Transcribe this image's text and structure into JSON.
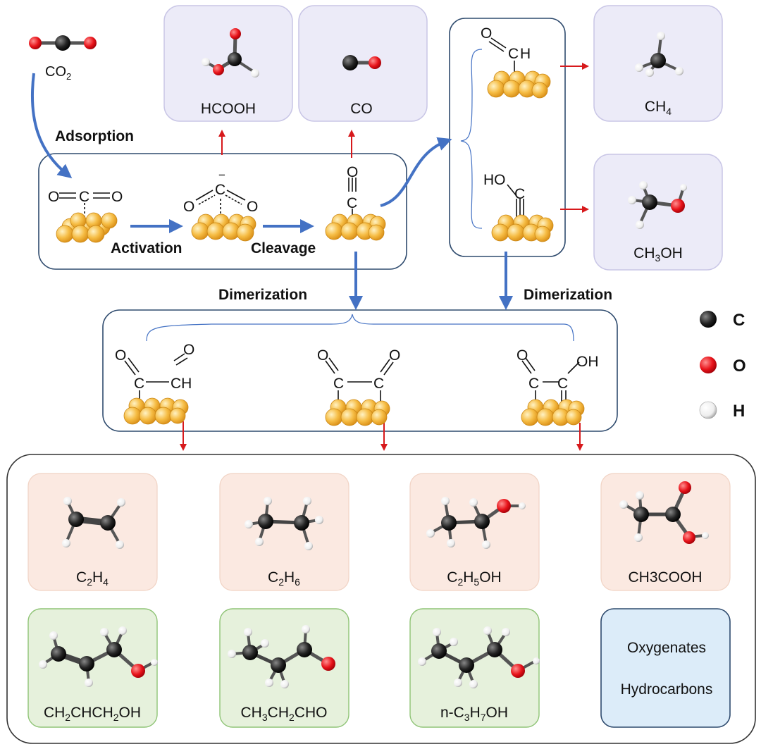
{
  "labels": {
    "co2": "CO",
    "co2_sub": "2",
    "adsorption": "Adsorption",
    "activation": "Activation",
    "cleavage": "Cleavage",
    "dimerization_left": "Dimerization",
    "dimerization_right": "Dimerization",
    "o_symbol": "O",
    "c_symbol": "C",
    "minus_sign": "−",
    "cho_h": "H",
    "hocoh_ho": "HO",
    "ch_suffix": "H",
    "oh_suffix": "OH"
  },
  "top_products": [
    {
      "id": "hcooh",
      "label": "HCOOH"
    },
    {
      "id": "co",
      "label": "CO"
    }
  ],
  "right_products": [
    {
      "id": "ch4",
      "main": "CH",
      "sub": "4",
      "rest": ""
    },
    {
      "id": "ch3oh",
      "main": "CH",
      "sub": "3",
      "rest": "OH"
    }
  ],
  "legend": [
    {
      "symbol": "C",
      "color": "#111111"
    },
    {
      "symbol": "O",
      "color": "#e4181b"
    },
    {
      "symbol": "H",
      "color": "#ffffff"
    }
  ],
  "c2_products": [
    {
      "id": "c2h4",
      "parts": [
        "C",
        "2",
        "H",
        "4"
      ]
    },
    {
      "id": "c2h6",
      "parts": [
        "C",
        "2",
        "H",
        "6"
      ]
    },
    {
      "id": "c2h5oh",
      "parts": [
        "C",
        "2",
        "H",
        "5",
        "OH"
      ]
    },
    {
      "id": "ch3cooh",
      "text": "CH3COOH"
    }
  ],
  "c3_products": [
    {
      "id": "ch2chch2oh",
      "parts": [
        "CH",
        "2",
        "CHCH",
        "2",
        "OH"
      ]
    },
    {
      "id": "ch3ch2cho",
      "parts": [
        "CH",
        "3",
        "CH",
        "2",
        "CHO"
      ]
    },
    {
      "id": "nc3h7oh",
      "parts": [
        "n-C",
        "3",
        "H",
        "7",
        "OH"
      ]
    }
  ],
  "category_legend": {
    "oxygenates": "Oxygenates",
    "hydrocarbons": "Hydrocarbons"
  },
  "colors": {
    "arrow_blue": "#4472c4",
    "arrow_red": "#d7191c",
    "box_border": "#2f4b6e",
    "top_box_fill": "#ecebf8",
    "c2_fill": "#fbe9e1",
    "c3_fill": "#e6f1dc",
    "legend_fill": "#dcecf9",
    "gold": "#f3b13b"
  }
}
